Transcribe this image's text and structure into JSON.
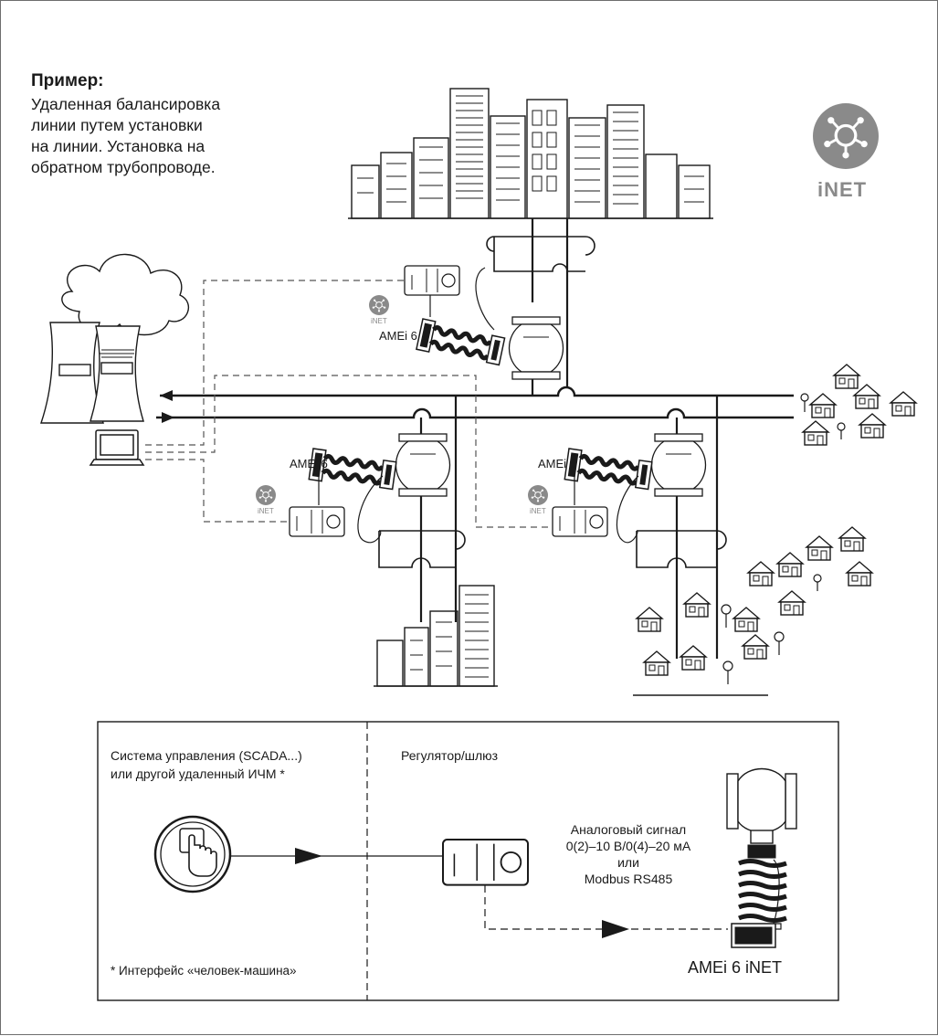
{
  "example": {
    "title": "Пример:",
    "lines": [
      "Удаленная балансировка",
      "линии путем установки",
      "на линии. Установка на",
      "обратном трубопроводе."
    ]
  },
  "logo": {
    "text": "iNET"
  },
  "diagram_labels": {
    "actuator_top": "AMEi 6",
    "actuator_left": "AMEi 6",
    "actuator_right": "AMEi 6",
    "inet_small": "iNET"
  },
  "legend": {
    "control_system_line1": "Система управления (SCADA...)",
    "control_system_line2": "или другой удаленный ИЧМ *",
    "controller_gateway": "Регулятор/шлюз",
    "signal_line1": "Аналоговый сигнал",
    "signal_line2": "0(2)–10 В/0(4)–20 мА",
    "signal_line3": "или",
    "signal_line4": "Modbus RS485",
    "hmi_note": "* Интерфейс «человек-машина»",
    "product_name": "AMEi 6 iNET"
  },
  "colors": {
    "ink": "#1a1a1a",
    "badge": "#8a8a8a",
    "frame": "#6e6e6e"
  }
}
